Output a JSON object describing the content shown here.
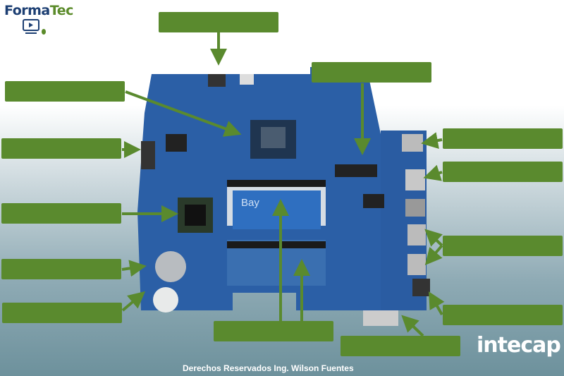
{
  "logo": {
    "text_main": "Forma",
    "text_accent": "Tec"
  },
  "board_label": "Bay",
  "labels": [
    {
      "id": "top",
      "text": ""
    },
    {
      "id": "top-right",
      "text": ""
    },
    {
      "id": "left-1",
      "text": ""
    },
    {
      "id": "left-2",
      "text": ""
    },
    {
      "id": "left-3",
      "text": ""
    },
    {
      "id": "left-4",
      "text": ""
    },
    {
      "id": "left-5",
      "text": ""
    },
    {
      "id": "right-1",
      "text": ""
    },
    {
      "id": "right-2",
      "text": ""
    },
    {
      "id": "right-3",
      "text": ""
    },
    {
      "id": "right-4",
      "text": ""
    },
    {
      "id": "bottom-1",
      "text": ""
    },
    {
      "id": "bottom-2",
      "text": ""
    }
  ],
  "footer": "Derechos Reservados Ing. Wilson Fuentes",
  "brand": "intecap",
  "colors": {
    "label": "#5a8a2e",
    "board": "#2b5fa6",
    "footer_bg": "#6d919c"
  }
}
